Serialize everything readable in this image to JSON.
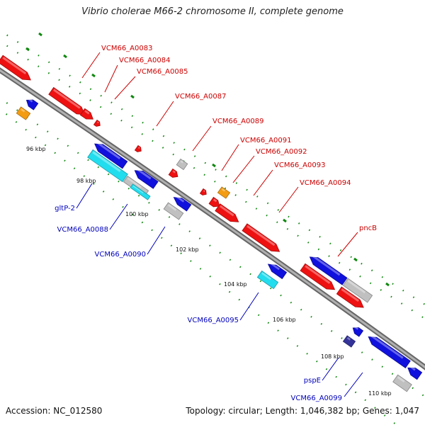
{
  "title": "Vibrio cholerae M66-2 chromosome II, complete genome",
  "footer": {
    "accession": "Accession: NC_012580",
    "summary": "Topology: circular; Length: 1,046,382 bp; Genes: 1,047"
  },
  "colors": {
    "forward_cds": "#ee1111",
    "reverse_cds": "#1111dd",
    "other": "#c0c0c0",
    "trna": "#f39c12",
    "cyan": "#22ddee",
    "dark_blue": "#333399",
    "backbone": "#888888",
    "dots": "#118811",
    "label_forward": "#cc0000",
    "label_reverse": "#0000bb"
  },
  "scale_ticks": [
    "96 kbp",
    "98 kbp",
    "100 kbp",
    "102 kbp",
    "104 kbp",
    "106 kbp",
    "108 kbp",
    "110 kbp"
  ],
  "forward_labels": [
    "VCM66_A0083",
    "VCM66_A0084",
    "VCM66_A0085",
    "VCM66_A0087",
    "VCM66_A0089",
    "VCM66_A0091",
    "VCM66_A0092",
    "VCM66_A0093",
    "VCM66_A0094",
    "pncB"
  ],
  "reverse_labels": [
    "gltP-2",
    "VCM66_A0088",
    "VCM66_A0090",
    "VCM66_A0095",
    "pspE",
    "VCM66_A0099"
  ]
}
